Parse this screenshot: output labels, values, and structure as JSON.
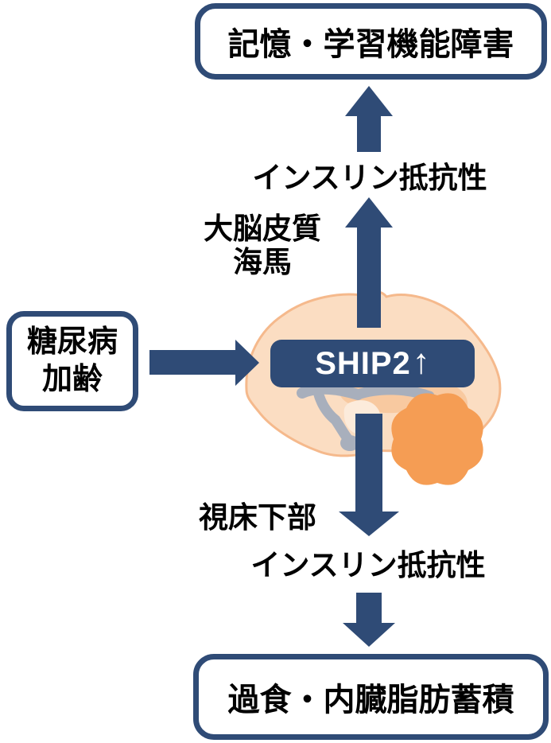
{
  "figure": {
    "top_outcome": "記憶・学習機能障害",
    "cause_box": {
      "line1": "糖尿病",
      "line2": "加齢"
    },
    "upper_pathway": {
      "region_line1": "大脳皮質",
      "region_line2": "海馬",
      "effect": "インスリン抵抗性"
    },
    "lower_pathway": {
      "region": "視床下部",
      "effect": "インスリン抵抗性"
    },
    "ship2": {
      "label": "SHIP2",
      "up_arrow_glyph": "↑"
    },
    "bottom_outcome": "過食・内臓脂肪蓄積"
  },
  "colors": {
    "navy": "#2F4B76",
    "text": "#000000",
    "background": "#FFFFFF",
    "brain_fill": "#FBDDC2",
    "brain_outline": "#F5B98C",
    "inner_peach": "#F8C9A0",
    "cream": "#FCEBDB",
    "gray_matter": "#A8AFBC",
    "cerebellum_orange": "#F59D54"
  }
}
